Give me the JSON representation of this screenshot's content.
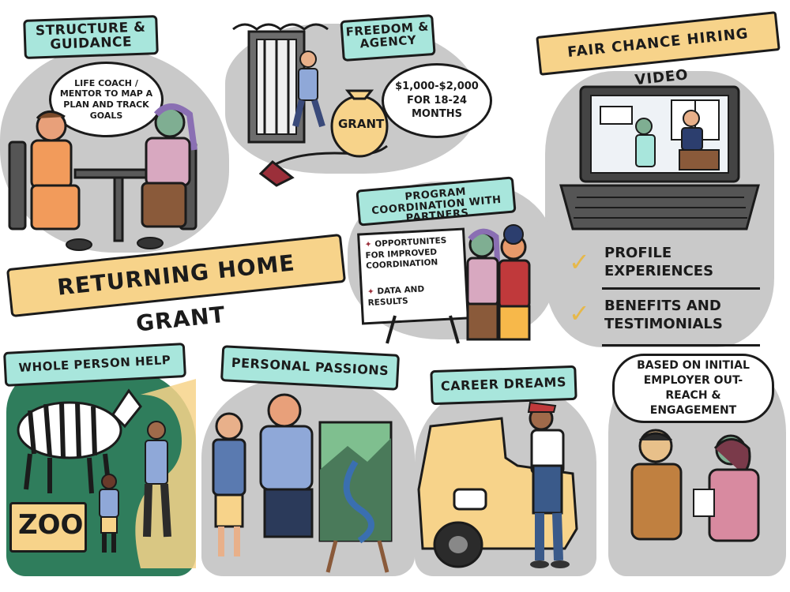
{
  "structure": {
    "title": "Structure & Guidance",
    "bubble": "Life coach / mentor to map a plan and track goals"
  },
  "freedom": {
    "title": "Freedom & Agency",
    "grant_label": "Grant",
    "bubble": "$1,000-$2,000 for 18-24 months"
  },
  "fair_chance": {
    "title": "Fair Chance Hiring Video",
    "checklist": [
      "Profile experiences",
      "Benefits and testimonials"
    ],
    "bubble": "Based on initial employer out-reach & engagement"
  },
  "returning_home": {
    "title": "Returning Home Grant"
  },
  "program": {
    "title": "Program Coordination with Partners",
    "board_items": [
      "Opportunites for improved coordination",
      "Data and results"
    ]
  },
  "whole_person": {
    "title": "Whole Person Help",
    "sign": "Zoo"
  },
  "passions": {
    "title": "Personal Passions"
  },
  "career": {
    "title": "Career Dreams"
  },
  "colors": {
    "teal": "#a8e6dc",
    "yellow": "#f7d38a",
    "gray": "#c9c9c9",
    "green": "#2f7d5c",
    "orange": "#f29b5b",
    "purple": "#8a6fb3"
  }
}
